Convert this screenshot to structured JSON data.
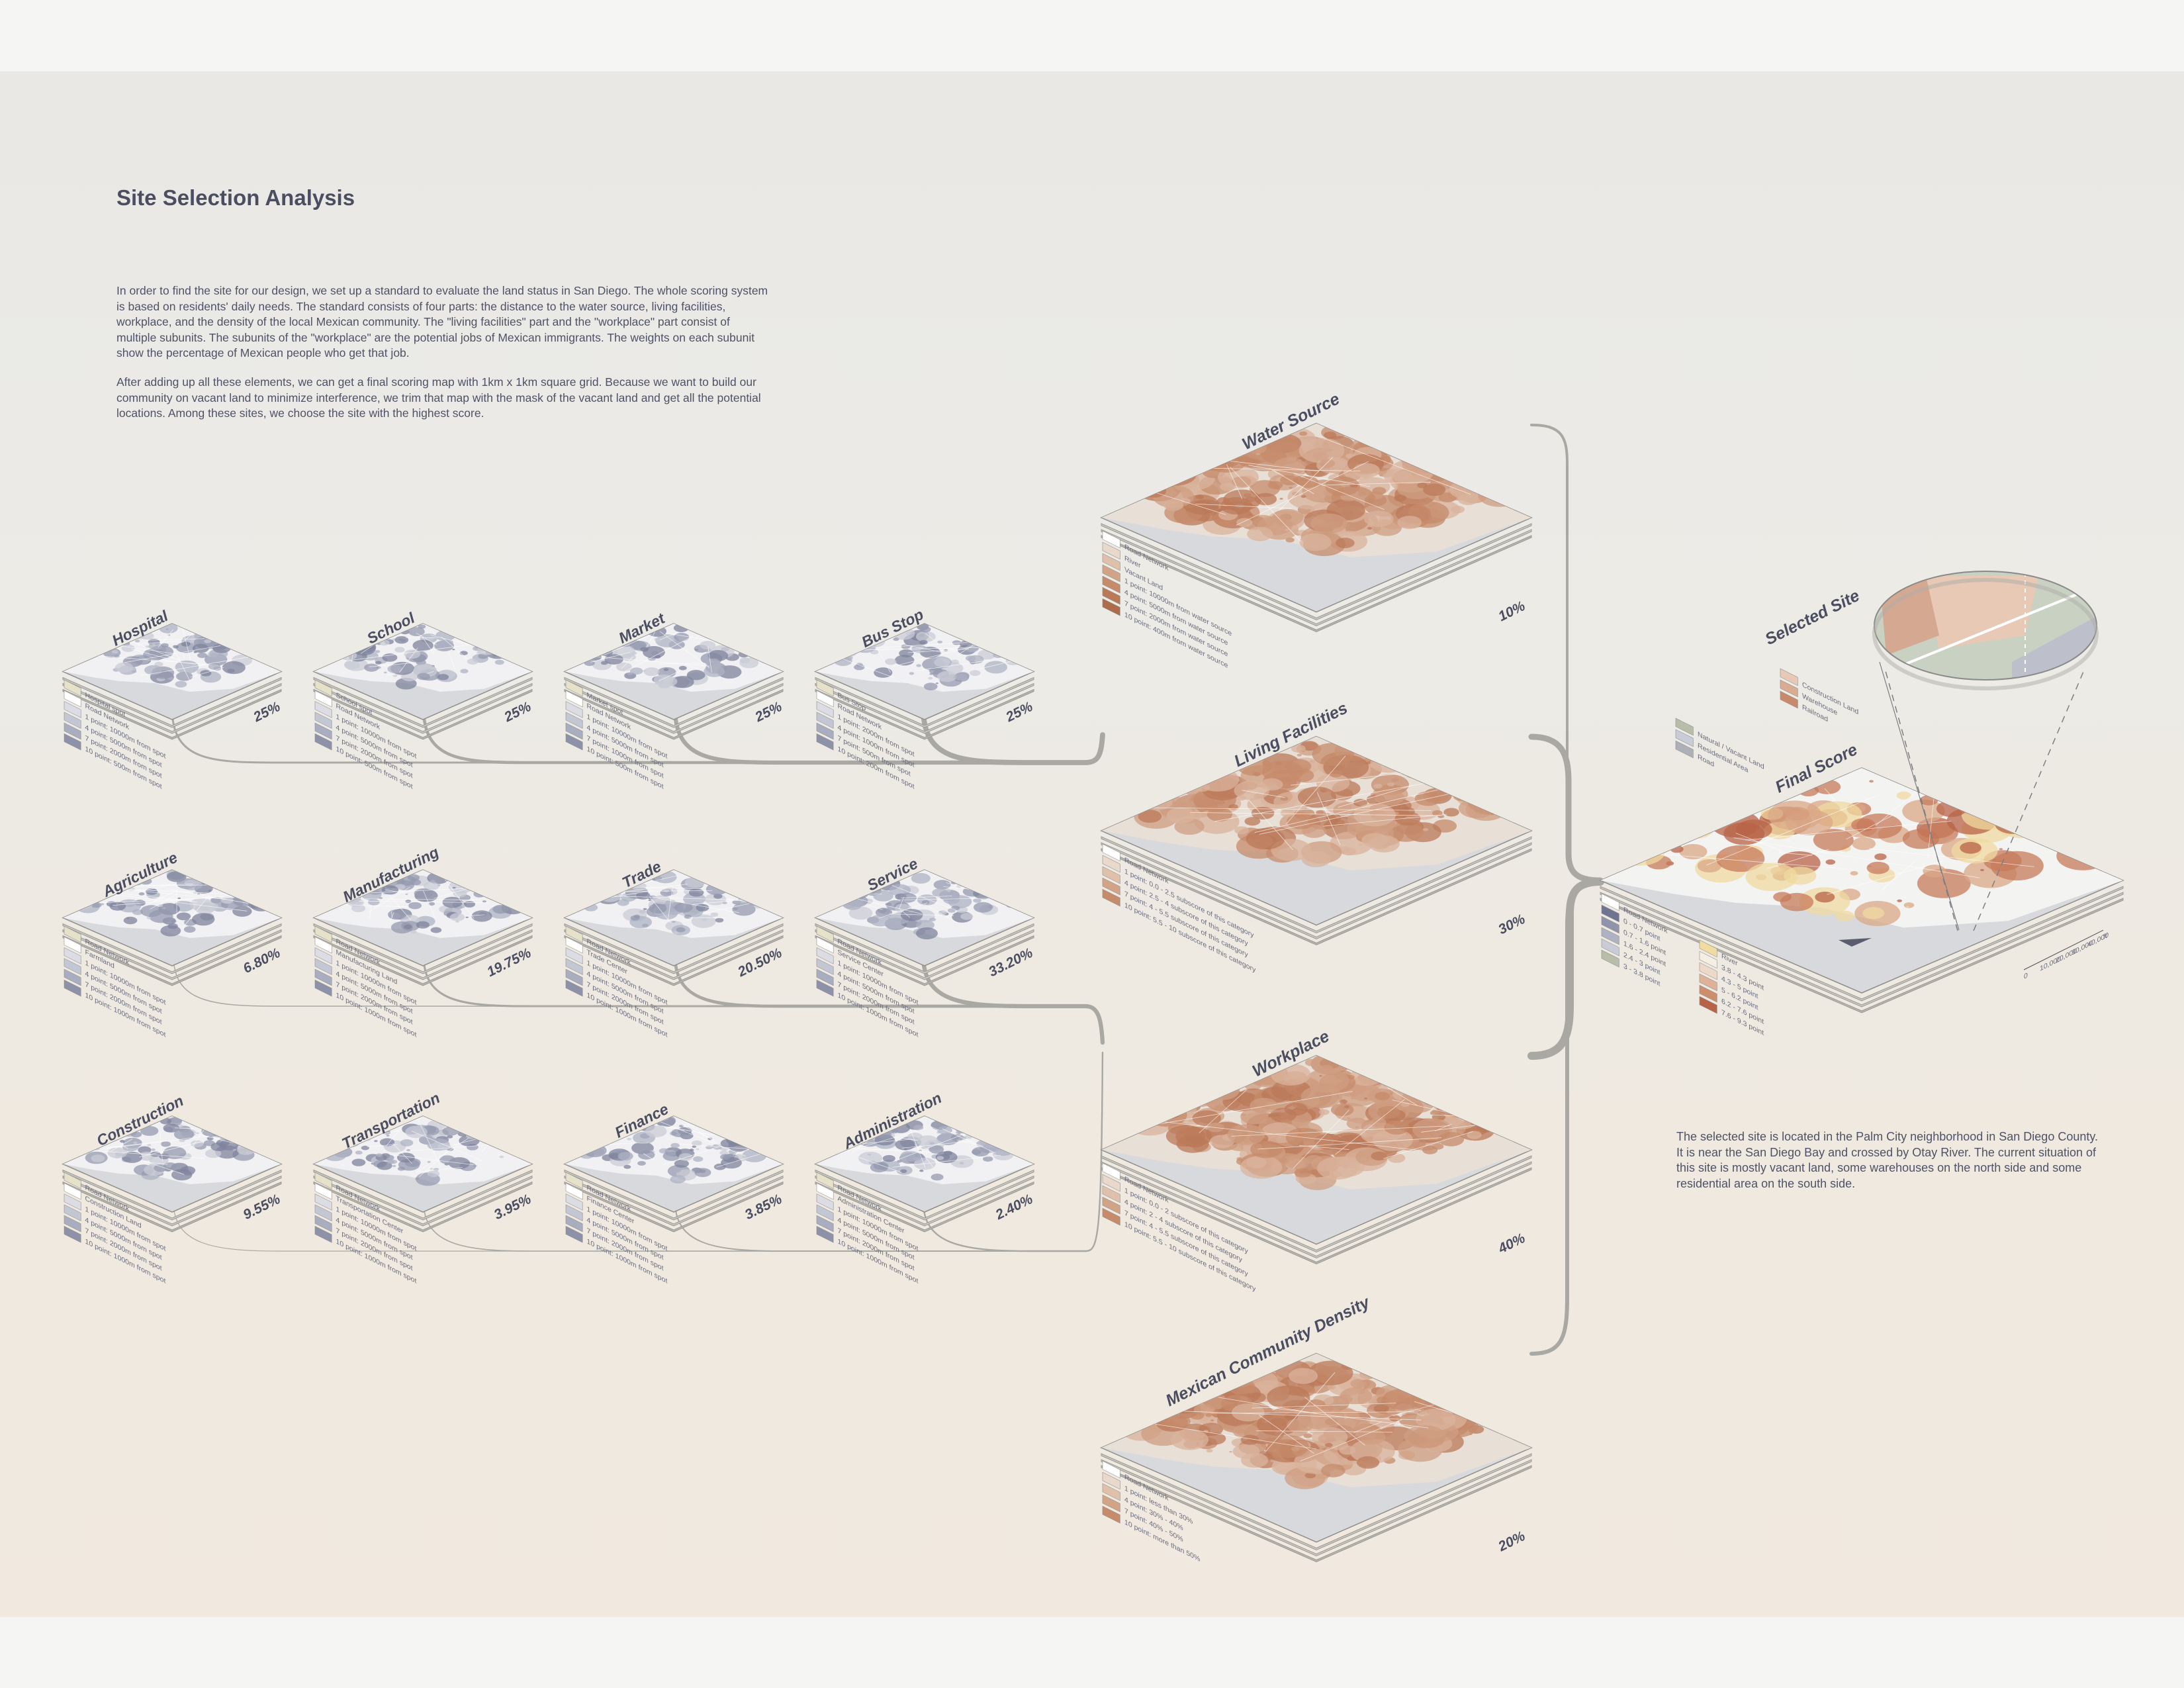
{
  "title": "Site Selection Analysis",
  "intro": [
    "In order to find the site for our design, we set up a standard to evaluate the land status in San Diego. The whole scoring system is based on residents' daily needs. The standard consists of four parts: the distance to the water source, living facilities, workplace, and the density of the local Mexican community. The \"living facilities\" part and the \"workplace\" part consist of multiple subunits. The subunits of the \"workplace\" are the potential jobs of Mexican immigrants. The weights on each subunit show the percentage of Mexican people who get that job.",
    "After adding up all these elements, we can get a final scoring map with 1km x 1km square grid. Because we want to build our community on vacant land to minimize interference, we trim that map with the mask of the vacant land and get all the potential locations. Among these sites, we choose the site with the highest score."
  ],
  "small_maps": [
    {
      "name": "Hospital",
      "weight": "25%",
      "legend": [
        "Hospital spot",
        "Road Network",
        "1 point: 10000m from spot",
        "4 point: 5000m from spot",
        "7 point: 2000m from spot",
        "10 point: 500m from spot"
      ]
    },
    {
      "name": "School",
      "weight": "25%",
      "legend": [
        "School spot",
        "Road Network",
        "1 point: 10000m from spot",
        "4 point: 5000m from spot",
        "7 point: 2000m from spot",
        "10 point: 500m from spot"
      ]
    },
    {
      "name": "Market",
      "weight": "25%",
      "legend": [
        "Market spot",
        "Road Network",
        "1 point: 10000m from spot",
        "4 point: 5000m from spot",
        "7 point: 1000m from spot",
        "10 point: 500m from spot"
      ]
    },
    {
      "name": "Bus Stop",
      "weight": "25%",
      "legend": [
        "Bus Stop",
        "Road Network",
        "1 point: 2000m from spot",
        "4 point: 1000m from spot",
        "7 point: 500m from spot",
        "10 point: 200m from spot"
      ]
    },
    {
      "name": "Agriculture",
      "weight": "6.80%",
      "legend": [
        "Road Network",
        "Farmland",
        "1 point: 10000m from spot",
        "4 point: 5000m from spot",
        "7 point: 2000m from spot",
        "10 point: 1000m from spot"
      ]
    },
    {
      "name": "Manufacturing",
      "weight": "19.75%",
      "legend": [
        "Road Network",
        "Manufacturing Land",
        "1 point: 10000m from spot",
        "4 point: 5000m from spot",
        "7 point: 2000m from spot",
        "10 point: 1000m from spot"
      ]
    },
    {
      "name": "Trade",
      "weight": "20.50%",
      "legend": [
        "Road Network",
        "Trade Center",
        "1 point: 10000m from spot",
        "4 point: 5000m from spot",
        "7 point: 2000m from spot",
        "10 point: 1000m from spot"
      ]
    },
    {
      "name": "Service",
      "weight": "33.20%",
      "legend": [
        "Road Network",
        "Service Center",
        "1 point: 10000m from spot",
        "4 point: 5000m from spot",
        "7 point: 2000m from spot",
        "10 point: 1000m from spot"
      ]
    },
    {
      "name": "Construction",
      "weight": "9.55%",
      "legend": [
        "Road Network",
        "Construction Land",
        "1 point: 10000m from spot",
        "4 point: 5000m from spot",
        "7 point: 2000m from spot",
        "10 point: 1000m from spot"
      ]
    },
    {
      "name": "Transportation",
      "weight": "3.95%",
      "legend": [
        "Road Network",
        "Transportation Center",
        "1 point: 10000m from spot",
        "4 point: 5000m from spot",
        "7 point: 2000m from spot",
        "10 point: 1000m from spot"
      ]
    },
    {
      "name": "Finance",
      "weight": "3.85%",
      "legend": [
        "Road Network",
        "Finance Center",
        "1 point: 10000m from spot",
        "4 point: 5000m from spot",
        "7 point: 2000m from spot",
        "10 point: 1000m from spot"
      ]
    },
    {
      "name": "Administration",
      "weight": "2.40%",
      "legend": [
        "Road Network",
        "Administration Center",
        "1 point: 10000m from spot",
        "4 point: 5000m from spot",
        "7 point: 2000m from spot",
        "10 point: 1000m from spot"
      ]
    }
  ],
  "main_maps": [
    {
      "name": "Water Source",
      "weight": "10%",
      "legend": [
        "Road Network",
        "River",
        "Vacant Land",
        "1 point: 10000m from water source",
        "4 point: 5000m from water source",
        "7 point: 2000m from water source",
        "10 point: 400m from water source"
      ]
    },
    {
      "name": "Living Facilities",
      "weight": "30%",
      "legend": [
        "Road Network",
        "1 point: 0.0 - 2.5 subscore of this category",
        "4 point: 2.5 - 4 subscore of this category",
        "7 point: 4 - 5.5 subscore of this category",
        "10 point: 5.5 - 10 subscore of this category"
      ]
    },
    {
      "name": "Workplace",
      "weight": "40%",
      "legend": [
        "Road Network",
        "1 point: 0.0 - 2 subscore of this category",
        "4 point: 2 - 4 subscore of this category",
        "7 point: 4 - 5.5 subscore of this category",
        "10 point: 5.5 - 10 subscore of this category"
      ]
    },
    {
      "name": "Mexican Community Density",
      "weight": "20%",
      "legend": [
        "Road Network",
        "1 point: less than 30%",
        "4 point: 30% - 40%",
        "7 point: 40% - 50%",
        "10 point: more than 50%"
      ]
    }
  ],
  "final": {
    "name": "Final Score",
    "legend_left": [
      "Road Network",
      "0 - 0.7 point",
      "0.7 - 1.6 point",
      "1.6 - 2.4 point",
      "2.4 - 3 point",
      "3 - 3.8 point"
    ],
    "legend_right": [
      "River",
      "3.8 - 4.3 point",
      "4.3 - 5 point",
      "5 - 6.2 point",
      "6.2 - 7.6 point",
      "7.6 - 9.3 point"
    ],
    "scale": [
      "0",
      "10,000",
      "20,000",
      "30,000",
      "40,000",
      "ft"
    ]
  },
  "selected": {
    "name": "Selected Site",
    "legend_left": [
      "Natural / Vacant Land",
      "Residential Area",
      "Road"
    ],
    "legend_right": [
      "Construction Land",
      "Warehouse",
      "Railroad"
    ]
  },
  "site_description": "The selected site is located in the Palm City neighborhood in San Diego County. It is near the San Diego Bay and crossed by Otay River. The current situation of this site is mostly vacant land, some warehouses on the north side and some residential area on the south side.",
  "colors": {
    "accent_blue": "#8a8fa6",
    "accent_terracotta": "#c9906f",
    "ink": "#4b4e60",
    "flow": "#a9a8a2"
  }
}
